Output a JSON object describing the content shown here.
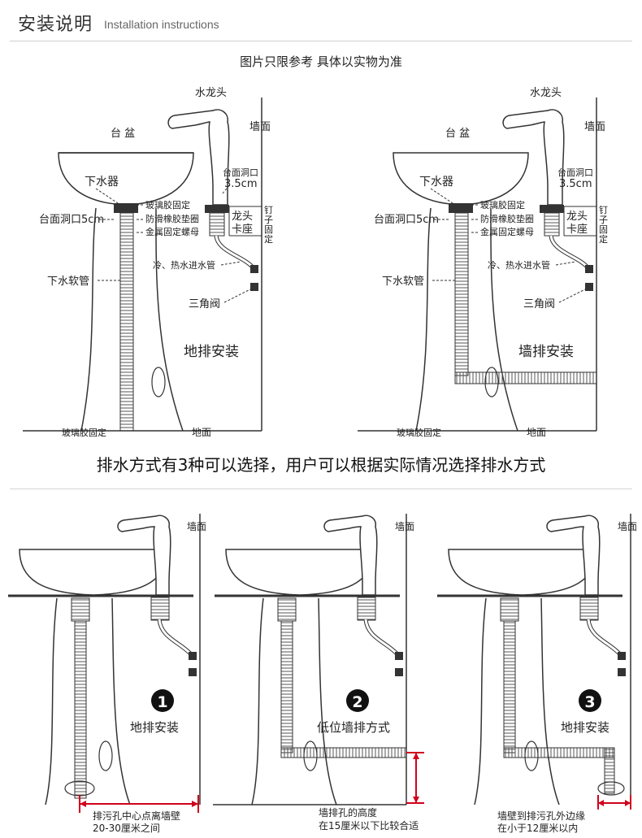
{
  "header": {
    "title_cn": "安装说明",
    "title_en": "Installation instructions"
  },
  "disclaimer": "图片只限参考 具体以实物为准",
  "top_labels": {
    "faucet": "水龙头",
    "wall": "墙面",
    "basin": "台 盆",
    "drain": "下水器",
    "glass_glue": "玻璃胶固定",
    "hole_35_a": "台面洞口",
    "hole_35_b": "3.5cm",
    "hole_5": "台面洞口5cm",
    "anti_slip": "防滑橡胶垫圈",
    "metal_nut": "金属固定螺母",
    "faucet_seat_a": "龙头",
    "faucet_seat_b": "卡座",
    "nail_1": "钉",
    "nail_2": "子",
    "nail_3": "固",
    "nail_4": "定",
    "water_pipe": "冷、热水进水管",
    "soft_pipe": "下水软管",
    "angle_valve": "三角阀",
    "floor_glue": "玻璃胶固定",
    "ground": "地面",
    "floor_drain": "地排安装",
    "wall_drain": "墙排安装"
  },
  "options_caption": "排水方式有3种可以选择，用户可以根据实际情况选择排水方式",
  "options": [
    {
      "num": "1",
      "label": "地排安装",
      "note_1": "排污孔中心点离墙壁",
      "note_2": "20-30厘米之间"
    },
    {
      "num": "2",
      "label": "低位墙排方式",
      "note_1": "墙排孔的高度",
      "note_2": "在15厘米以下比较合适"
    },
    {
      "num": "3",
      "label": "地排安装",
      "note_1": "墙壁到排污孔外边缘",
      "note_2": "在小于12厘米以内"
    }
  ],
  "bottom_wall": "墙面",
  "colors": {
    "accent_red": "#d0021b",
    "line": "#333333"
  }
}
